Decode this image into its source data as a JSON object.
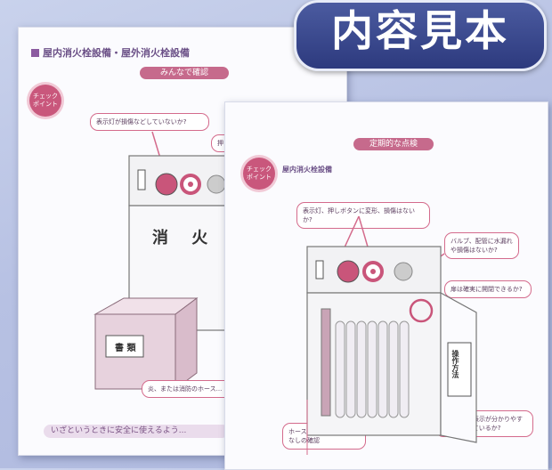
{
  "stamp": {
    "label": "内容見本"
  },
  "back_page": {
    "section_title": "屋内消火栓設備・屋外消火栓設備",
    "banner": "みんなで確認",
    "check_point": "チェック ポイント",
    "callouts": [
      "表示灯が損傷などしていないか?",
      "押しボタン..."
    ],
    "cabinet_label": "消 火 栓",
    "box_label": "書 類",
    "bottom_note": "炎、または消防のホース...",
    "footer": "いざというときに安全に使えるよう..."
  },
  "front_page": {
    "banner": "定期的な点検",
    "check_point": "チェック ポイント",
    "subtitle": "屋内消火栓設備",
    "callouts": [
      "表示灯、押しボタンに変形、損傷はないか?",
      "バルブ、配管に水漏れや損傷はないか?",
      "扉は確実に開閉できるか?",
      "操作方法の表示が分かりやすく標示されているか?",
      "ホースの収納状態、損傷なしの確認"
    ],
    "instruction_board": "操作方法"
  }
}
